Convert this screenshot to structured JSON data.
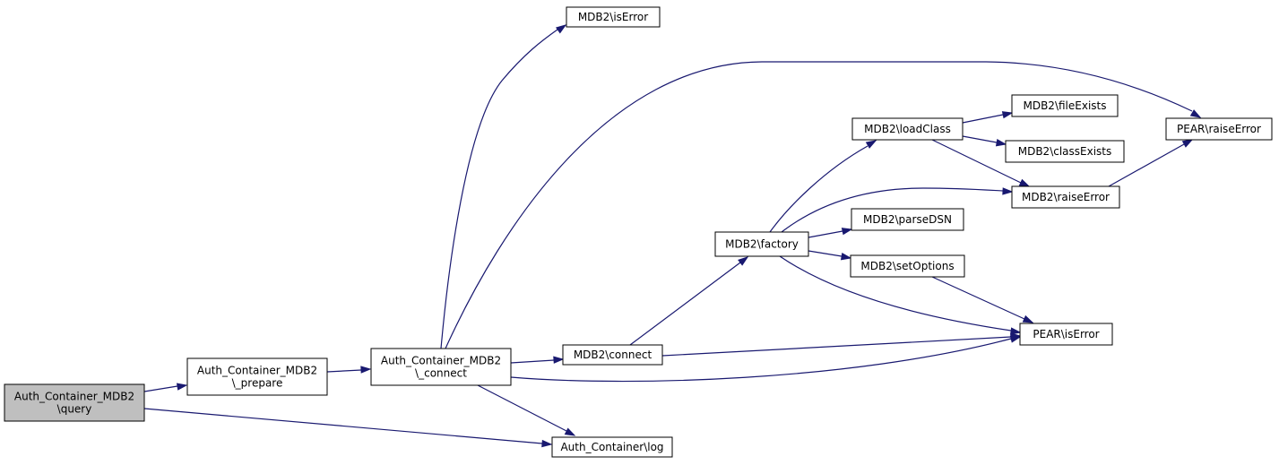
{
  "graph": {
    "edge_color": "#191970",
    "root_fill": "#bfbfbf",
    "nodes": [
      {
        "id": "query",
        "lines": [
          "Auth_Container_MDB2",
          "\\query"
        ],
        "root": true
      },
      {
        "id": "prepare",
        "lines": [
          "Auth_Container_MDB2",
          "\\_prepare"
        ]
      },
      {
        "id": "connect_ac",
        "lines": [
          "Auth_Container_MDB2",
          "\\_connect"
        ]
      },
      {
        "id": "iserror_mdb2",
        "lines": [
          "MDB2\\isError"
        ]
      },
      {
        "id": "mdb2_connect",
        "lines": [
          "MDB2\\connect"
        ]
      },
      {
        "id": "log",
        "lines": [
          "Auth_Container\\log"
        ]
      },
      {
        "id": "factory",
        "lines": [
          "MDB2\\factory"
        ]
      },
      {
        "id": "loadclass",
        "lines": [
          "MDB2\\loadClass"
        ]
      },
      {
        "id": "parsedsn",
        "lines": [
          "MDB2\\parseDSN"
        ]
      },
      {
        "id": "setoptions",
        "lines": [
          "MDB2\\setOptions"
        ]
      },
      {
        "id": "pear_iserror",
        "lines": [
          "PEAR\\isError"
        ]
      },
      {
        "id": "fileexists",
        "lines": [
          "MDB2\\fileExists"
        ]
      },
      {
        "id": "classexists",
        "lines": [
          "MDB2\\classExists"
        ]
      },
      {
        "id": "mdb2_raiseerror",
        "lines": [
          "MDB2\\raiseError"
        ]
      },
      {
        "id": "pear_raiseerror",
        "lines": [
          "PEAR\\raiseError"
        ]
      }
    ],
    "edges": [
      {
        "from": "query",
        "to": "prepare"
      },
      {
        "from": "query",
        "to": "log"
      },
      {
        "from": "prepare",
        "to": "connect_ac"
      },
      {
        "from": "connect_ac",
        "to": "iserror_mdb2"
      },
      {
        "from": "connect_ac",
        "to": "pear_raiseerror"
      },
      {
        "from": "connect_ac",
        "to": "mdb2_connect"
      },
      {
        "from": "connect_ac",
        "to": "pear_iserror"
      },
      {
        "from": "connect_ac",
        "to": "log"
      },
      {
        "from": "mdb2_connect",
        "to": "factory"
      },
      {
        "from": "mdb2_connect",
        "to": "pear_iserror"
      },
      {
        "from": "factory",
        "to": "loadclass"
      },
      {
        "from": "factory",
        "to": "mdb2_raiseerror"
      },
      {
        "from": "factory",
        "to": "parsedsn"
      },
      {
        "from": "factory",
        "to": "setoptions"
      },
      {
        "from": "factory",
        "to": "pear_iserror"
      },
      {
        "from": "loadclass",
        "to": "fileexists"
      },
      {
        "from": "loadclass",
        "to": "classexists"
      },
      {
        "from": "loadclass",
        "to": "mdb2_raiseerror"
      },
      {
        "from": "setoptions",
        "to": "pear_iserror"
      },
      {
        "from": "mdb2_raiseerror",
        "to": "pear_raiseerror"
      }
    ]
  }
}
